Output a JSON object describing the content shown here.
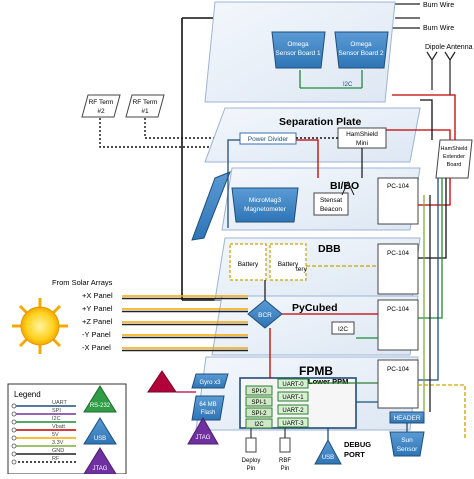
{
  "top": {
    "burn_wire_1": "Burn Wire",
    "burn_wire_2": "Burn Wire",
    "dipole_antenna": "Dipole Antenna"
  },
  "omega": {
    "board_1_line1": "Omega",
    "board_1_line2": "Sensor Board 1",
    "board_2_line1": "Omega",
    "board_2_line2": "Sensor Board 2",
    "i2c": "I2C"
  },
  "rf_terms": {
    "term_2_line1": "RF Term",
    "term_2_line2": "#2",
    "term_1_line1": "RF Term",
    "term_1_line2": "#1"
  },
  "separation_plate": {
    "title": "Separation Plate",
    "power_divider": "Power Divider",
    "hamshield_line1": "HamShield",
    "hamshield_line2": "Mini",
    "extender_line1": "HamShield",
    "extender_line2": "Extender",
    "extender_line3": "Board"
  },
  "bibo": {
    "title": "BI/BO",
    "magnetometer_line1": "MicroMag3",
    "magnetometer_line2": "Magnetometer",
    "stensat_line1": "Stensat",
    "stensat_line2": "Beacon",
    "pc104": "PC-104"
  },
  "dbb": {
    "title": "DBB",
    "battery_1": "Battery",
    "battery_2": "Battery",
    "battery_3": "tery",
    "pc104": "PC-104"
  },
  "solar": {
    "heading": "From Solar Arrays",
    "panels": [
      "+X Panel",
      "+Y Panel",
      "+Z Panel",
      "-Y Panel",
      "-X Panel"
    ]
  },
  "pycubed": {
    "title": "PyCubed",
    "bcr": "BCR",
    "i2c": "I2C",
    "pc104": "PC-104"
  },
  "fpmb": {
    "title": "FPMB",
    "lower_ppm": "Lower PPM",
    "gyro": "Gyro x3",
    "flash_line1": "64 MB",
    "flash_line2": "Flash",
    "jtag": "JTAG",
    "spi_labels": [
      "SPI-0",
      "SPI-1",
      "SPI-2",
      "I2C"
    ],
    "uart_labels": [
      "UART-0",
      "UART-1",
      "UART-2",
      "UART-3"
    ],
    "pc104": "PC-104",
    "usb": "USB",
    "debug_port_line1": "DEBUG",
    "debug_port_line2": "PORT",
    "deploy_pin_line1": "Deploy",
    "deploy_pin_line2": "Pin",
    "rbf_pin_line1": "RBF",
    "rbf_pin_line2": "Pin",
    "header": "HEADER",
    "sun_sensor_line1": "Sun",
    "sun_sensor_line2": "Sensor"
  },
  "legend": {
    "title": "Legend",
    "items": [
      "UART",
      "SPI",
      "I2C",
      "Vbatt",
      "5V",
      "3.3V",
      "GND",
      "RF"
    ],
    "badges": [
      "RS-232",
      "USB",
      "JTAG"
    ]
  }
}
